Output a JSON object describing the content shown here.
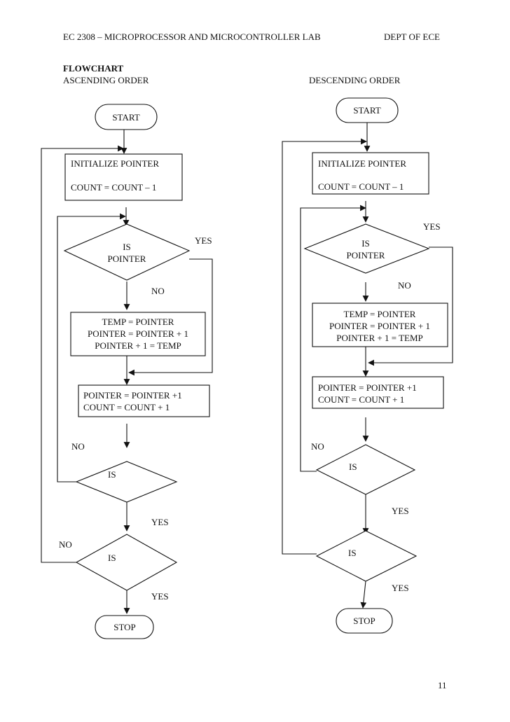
{
  "header": {
    "course": "EC 2308 – MICROPROCESSOR AND MICROCONTROLLER LAB",
    "dept": "DEPT OF ECE"
  },
  "section_title": "FLOWCHART",
  "page_number": "11",
  "ascending": {
    "title": "ASCENDING ORDER",
    "start": "START",
    "init_line1": "INITIALIZE POINTER",
    "init_line2": "COUNT = COUNT – 1",
    "decision1_line1": "IS",
    "decision1_line2": "POINTER",
    "yes1": "YES",
    "no1": "NO",
    "swap_line1": "TEMP = POINTER",
    "swap_line2": "POINTER = POINTER + 1",
    "swap_line3": "POINTER + 1 = TEMP",
    "update_line1": "POINTER = POINTER +1",
    "update_line2": "COUNT = COUNT + 1",
    "no2": "NO",
    "decision2": "IS",
    "yes2": "YES",
    "no3": "NO",
    "decision3": "IS",
    "yes3": "YES",
    "stop": "STOP"
  },
  "descending": {
    "title": "DESCENDING ORDER",
    "start": "START",
    "init_line1": "INITIALIZE POINTER",
    "init_line2": "COUNT = COUNT – 1",
    "yes1": "YES",
    "decision1_line1": "IS",
    "decision1_line2": "POINTER",
    "no1": "NO",
    "swap_line1": "TEMP = POINTER",
    "swap_line2": "POINTER = POINTER + 1",
    "swap_line3": "POINTER + 1 = TEMP",
    "update_line1": "POINTER = POINTER +1",
    "update_line2": "COUNT = COUNT + 1",
    "no2": "NO",
    "decision2": "IS",
    "yes2": "YES",
    "decision3": "IS",
    "yes3": "YES",
    "stop": "STOP"
  }
}
